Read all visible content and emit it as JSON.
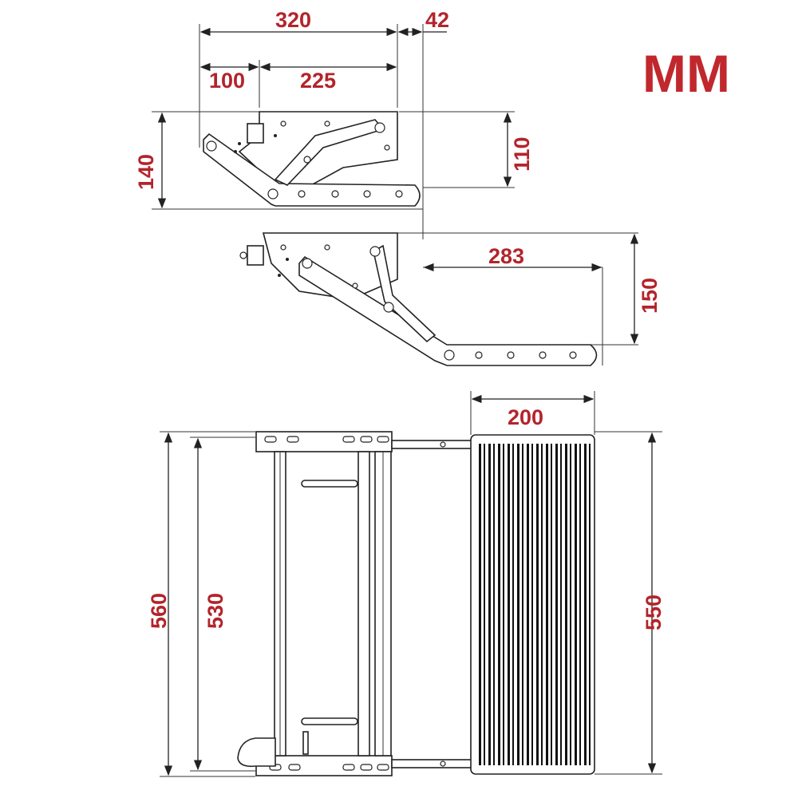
{
  "unit_label": "MM",
  "colors": {
    "dimension_text": "#b3242b",
    "line": "#222222",
    "background": "#ffffff"
  },
  "dimensions": {
    "top_total_length": "320",
    "top_overhang": "42",
    "top_left_segment": "100",
    "top_mid_segment": "225",
    "top_height_left": "140",
    "top_height_right": "110",
    "extended_reach": "283",
    "extended_height": "150",
    "plan_step_depth": "200",
    "plan_width_outer": "560",
    "plan_width_inner": "530",
    "plan_step_width": "550"
  }
}
